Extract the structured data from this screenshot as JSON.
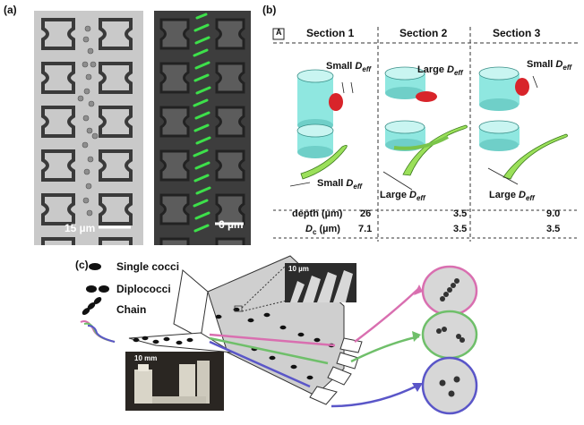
{
  "panel_a": {
    "label": "(a)",
    "scale_left": "15 µm",
    "scale_right": "6 µm"
  },
  "panel_b": {
    "label": "(b)",
    "box_letter": "A",
    "sections": [
      "Section 1",
      "Section 2",
      "Section 3"
    ],
    "deff_base": "D",
    "deff_sub": "eff",
    "annotations": {
      "s1_top": "Small",
      "s1_bottom": "Small",
      "s2_top": "Large",
      "s2_bottom": "Large",
      "s3_top": "Small",
      "s3_bottom": "Large"
    },
    "row_depth_label": "depth (µm)",
    "row_dc_label_main": "D",
    "row_dc_label_sub": "c",
    "row_dc_label_unit": "(µm)",
    "depth_values": [
      "26",
      "3.5",
      "9.0"
    ],
    "dc_values": [
      "7.1",
      "3.5",
      "3.5"
    ]
  },
  "panel_c": {
    "label": "(c)",
    "legend": [
      "Single cocci",
      "Diplococci",
      "Chain"
    ],
    "inset_scale": "10 µm",
    "photo_scale": "10 mm"
  },
  "colors": {
    "cyan": "#8fe7e0",
    "green_fluor": "#3de04a",
    "pink": "#d96fb0",
    "green_arrow": "#6fbf6a",
    "purple": "#5a56c8"
  }
}
